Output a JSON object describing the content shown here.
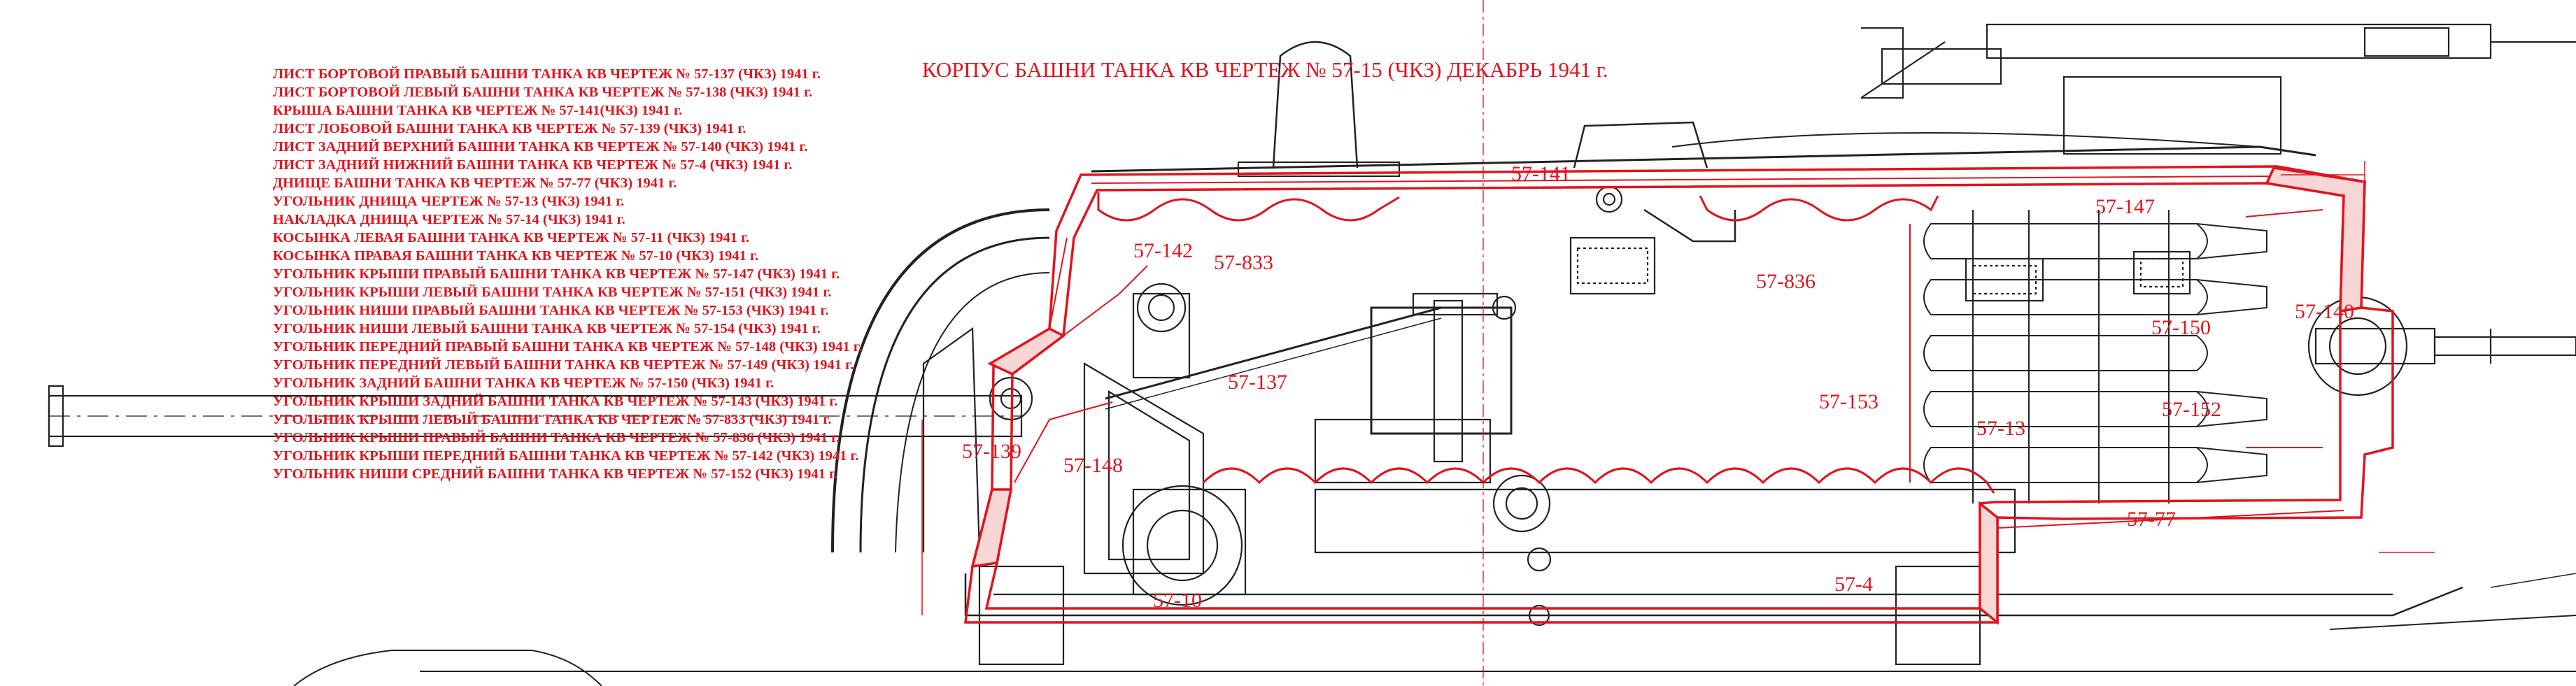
{
  "drawing": {
    "title": "КОРПУС БАШНИ ТАНКА КВ ЧЕРТЕЖ № 57-15 (ЧКЗ) ДЕКАБРЬ 1941 г.",
    "legend": [
      "ЛИСТ БОРТОВОЙ ПРАВЫЙ  БАШНИ ТАНКА КВ ЧЕРТЕЖ № 57-137 (ЧКЗ) 1941 г.",
      "ЛИСТ БОРТОВОЙ ЛЕВЫЙ  БАШНИ ТАНКА КВ ЧЕРТЕЖ № 57-138 (ЧКЗ) 1941 г.",
      "КРЫША БАШНИ   ТАНКА КВ ЧЕРТЕЖ № 57-141(ЧКЗ) 1941 г.",
      "ЛИСТ ЛОБОВОЙ БАШНИ ТАНКА КВ ЧЕРТЕЖ № 57-139 (ЧКЗ) 1941 г.",
      "ЛИСТ ЗАДНИЙ ВЕРХНИЙ БАШНИ ТАНКА КВ ЧЕРТЕЖ № 57-140 (ЧКЗ) 1941 г.",
      "ЛИСТ ЗАДНИЙ НИЖНИЙ БАШНИ ТАНКА КВ ЧЕРТЕЖ № 57-4 (ЧКЗ) 1941 г.",
      "ДНИЩЕ БАШНИ ТАНКА КВ ЧЕРТЕЖ № 57-77 (ЧКЗ) 1941 г.",
      "УГОЛЬНИК ДНИЩА ЧЕРТЕЖ  № 57-13 (ЧКЗ) 1941 г.",
      "НАКЛАДКА ДНИЩА ЧЕРТЕЖ  № 57-14 (ЧКЗ) 1941 г.",
      "КОСЫНКА ЛЕВАЯ БАШНИ ТАНКА КВ ЧЕРТЕЖ № 57-11 (ЧКЗ) 1941 г.",
      "КОСЫНКА ПРАВАЯ БАШНИ ТАНКА КВ ЧЕРТЕЖ № 57-10 (ЧКЗ) 1941 г.",
      "УГОЛЬНИК КРЫШИ ПРАВЫЙ  БАШНИ ТАНКА КВ ЧЕРТЕЖ № 57-147 (ЧКЗ) 1941 г.",
      "УГОЛЬНИК КРЫШИ ЛЕВЫЙ  БАШНИ ТАНКА КВ ЧЕРТЕЖ № 57-151 (ЧКЗ) 1941 г.",
      "УГОЛЬНИК НИШИ ПРАВЫЙ  БАШНИ ТАНКА КВ ЧЕРТЕЖ № 57-153 (ЧКЗ) 1941 г.",
      "УГОЛЬНИК НИШИ ЛЕВЫЙ  БАШНИ ТАНКА КВ ЧЕРТЕЖ № 57-154 (ЧКЗ) 1941 г.",
      "УГОЛЬНИК ПЕРЕДНИЙ ПРАВЫЙ  БАШНИ ТАНКА КВ ЧЕРТЕЖ № 57-148 (ЧКЗ) 1941 г.",
      "УГОЛЬНИК ПЕРЕДНИЙ ЛЕВЫЙ  БАШНИ ТАНКА КВ ЧЕРТЕЖ № 57-149 (ЧКЗ) 1941 г.",
      "УГОЛЬНИК ЗАДНИЙ   БАШНИ ТАНКА КВ ЧЕРТЕЖ № 57-150 (ЧКЗ) 1941 г.",
      "УГОЛЬНИК КРЫШИ ЗАДНИЙ  БАШНИ ТАНКА КВ ЧЕРТЕЖ № 57-143 (ЧКЗ) 1941 г.",
      "УГОЛЬНИК КРЫШИ ЛЕВЫЙ  БАШНИ ТАНКА КВ ЧЕРТЕЖ № 57-833 (ЧКЗ) 1941 г.",
      "УГОЛЬНИК КРЫШИ ПРАВЫЙ  БАШНИ ТАНКА КВ ЧЕРТЕЖ № 57-836 (ЧКЗ) 1941 г.",
      "УГОЛЬНИК КРЫШИ ПЕРЕДНИЙ  БАШНИ ТАНКА КВ ЧЕРТЕЖ № 57-142 (ЧКЗ) 1941 г.",
      "УГОЛЬНИК НИШИ СРЕДНИЙ  БАШНИ ТАНКА КВ ЧЕРТЕЖ № 57-152 (ЧКЗ) 1941 г."
    ],
    "part_labels": [
      {
        "id": "p141",
        "text": "57-141"
      },
      {
        "id": "p142",
        "text": "57-142"
      },
      {
        "id": "p833",
        "text": "57-833"
      },
      {
        "id": "p836",
        "text": "57-836"
      },
      {
        "id": "p147",
        "text": "57-147"
      },
      {
        "id": "p137",
        "text": "57-137"
      },
      {
        "id": "p150",
        "text": "57-150"
      },
      {
        "id": "p140",
        "text": "57-140"
      },
      {
        "id": "p153",
        "text": "57-153"
      },
      {
        "id": "p152",
        "text": "57-152"
      },
      {
        "id": "p139",
        "text": "57-139"
      },
      {
        "id": "p148",
        "text": "57-148"
      },
      {
        "id": "p13",
        "text": "57-13"
      },
      {
        "id": "p77",
        "text": "57-77"
      },
      {
        "id": "p10",
        "text": "57-10"
      },
      {
        "id": "p4",
        "text": "57-4"
      }
    ],
    "colors": {
      "annotation": "#e0141e",
      "linework": "#222222"
    }
  }
}
